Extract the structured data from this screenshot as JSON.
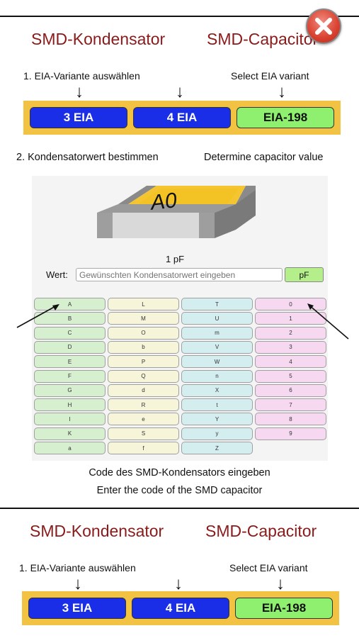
{
  "top": {
    "title_de": "SMD-Kondensator",
    "title_en": "SMD-Capacitor",
    "step1_de": "1. EIA-Variante auswählen",
    "step1_en": "Select EIA variant",
    "btn_3eia": "3 EIA",
    "btn_4eia": "4 EIA",
    "btn_eia198": "EIA-198",
    "step2_de": "2. Kondensatorwert bestimmen",
    "step2_en": "Determine capacitor value"
  },
  "panel": {
    "chip_code": "A0",
    "value": "1 pF",
    "wert_label": "Wert:",
    "wert_placeholder": "Gewünschten Kondensatorwert eingeben",
    "unit_button": "pF",
    "keys_col0": [
      "A",
      "B",
      "C",
      "D",
      "E",
      "F",
      "G",
      "H",
      "I",
      "K",
      "a"
    ],
    "keys_col1": [
      "L",
      "M",
      "O",
      "b",
      "P",
      "Q",
      "d",
      "R",
      "e",
      "S",
      "f"
    ],
    "keys_col2": [
      "T",
      "U",
      "m",
      "V",
      "W",
      "n",
      "X",
      "t",
      "Y",
      "y",
      "Z"
    ],
    "keys_col3": [
      "0",
      "1",
      "2",
      "3",
      "4",
      "5",
      "6",
      "7",
      "8",
      "9"
    ]
  },
  "instructions": {
    "line_de": "Code des SMD-Kondensators eingeben",
    "line_en": "Enter the code of the SMD capacitor"
  },
  "bottom": {
    "title_de": "SMD-Kondensator",
    "title_en": "SMD-Capacitor",
    "step1_de": "1. EIA-Variante auswählen",
    "step1_en": "Select EIA variant",
    "btn_3eia": "3 EIA",
    "btn_4eia": "4 EIA",
    "btn_eia198": "EIA-198"
  },
  "colors": {
    "title": "#8b1a1a",
    "bar": "#f2c343",
    "blue_button": "#1a2ee8",
    "green_button": "#8ef06e"
  },
  "icons": {
    "close": "close-icon",
    "arrow": "arrow-down-icon"
  }
}
